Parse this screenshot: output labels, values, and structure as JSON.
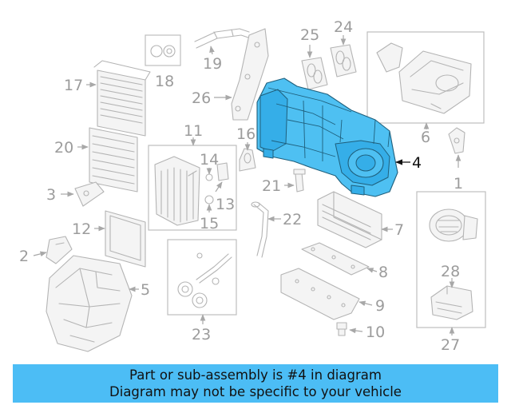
{
  "diagram": {
    "highlight_color": "#4ec0f2",
    "highlighted_part": "4",
    "callouts": [
      "1",
      "2",
      "3",
      "4",
      "5",
      "6",
      "7",
      "8",
      "9",
      "10",
      "11",
      "12",
      "13",
      "14",
      "15",
      "16",
      "17",
      "18",
      "19",
      "20",
      "21",
      "22",
      "23",
      "24",
      "25",
      "26",
      "27",
      "28"
    ]
  },
  "banner": {
    "background": "#4cbdf5",
    "line1": "Part or sub-assembly is #4 in diagram",
    "line2": "Diagram may not be specific to your vehicle"
  }
}
